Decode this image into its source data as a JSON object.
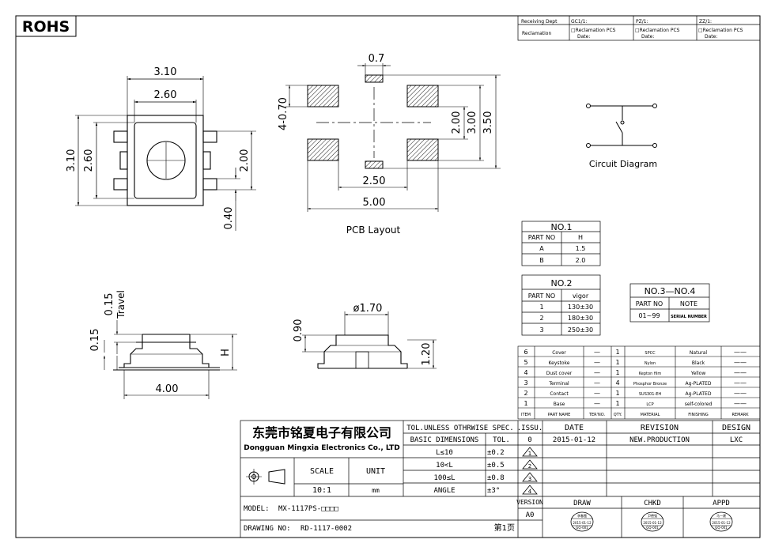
{
  "rohs": "ROHS",
  "top_right": {
    "receiving_dept": "Receiving Dept",
    "reclamation": "Reclamation",
    "cols": [
      "GC1/1:",
      "PZ/1:",
      "ZZ/1:"
    ],
    "rec_line1": "□Reclamation  PCS",
    "rec_line2": "Date:"
  },
  "top_view": {
    "d310_top": "3.10",
    "d260_top": "2.60",
    "d310_left": "3.10",
    "d260_left": "2.60",
    "d200": "2.00",
    "d040": "0.40"
  },
  "pcb": {
    "d07": "0.7",
    "d4_070": "4-0.70",
    "d200": "2.00",
    "d300": "3.00",
    "d350": "3.50",
    "d250": "2.50",
    "d500": "5.00",
    "caption": "PCB Layout"
  },
  "circuit_caption": "Circuit Diagram",
  "side_view": {
    "d015_travel": "0.15",
    "travel": "Travel",
    "d015": "0.15",
    "h": "H",
    "d400": "4.00"
  },
  "front_view": {
    "d170": "ø1.70",
    "d090": "0.90",
    "d120": "1.20"
  },
  "no1": {
    "title": "NO.1",
    "head": [
      "PART NO",
      "H"
    ],
    "rows": [
      [
        "A",
        "1.5"
      ],
      [
        "B",
        "2.0"
      ]
    ]
  },
  "no2": {
    "title": "NO.2",
    "head": [
      "PART NO",
      "vigor"
    ],
    "rows": [
      [
        "1",
        "130±30"
      ],
      [
        "2",
        "180±30"
      ],
      [
        "3",
        "250±30"
      ]
    ]
  },
  "no34": {
    "title": "NO.3—NO.4",
    "head": [
      "PART NO",
      "NOTE"
    ],
    "rows": [
      [
        "01~99",
        "SERIAL NUMBER"
      ]
    ]
  },
  "bom": {
    "rows": [
      [
        "6",
        "Cover",
        "—",
        "1",
        "SPCC",
        "Natural",
        "——"
      ],
      [
        "5",
        "Keystoke",
        "—",
        "1",
        "Nylon",
        "Black",
        "——"
      ],
      [
        "4",
        "Dust cover",
        "—",
        "1",
        "Kepton film",
        "Yellow",
        "——"
      ],
      [
        "3",
        "Terminal",
        "—",
        "4",
        "Phosphor Bronze",
        "Ag-PLATED",
        "——"
      ],
      [
        "2",
        "Contact",
        "—",
        "1",
        "SUS301-EH",
        "Ag-PLATED",
        "——"
      ],
      [
        "1",
        "Base",
        "—",
        "1",
        "LCP",
        "self-colored",
        "——"
      ]
    ],
    "header": [
      "ITEM",
      "PART NAME",
      "TER'NO.",
      "QTY.",
      "MATERIAL",
      "FINISHING",
      "REMARK"
    ]
  },
  "title_block": {
    "company_cn": "东莞市铭夏电子有限公司",
    "company_en": "Dongguan Mingxia Electronics Co., LTD",
    "tol_title": "TOL.UNLESS OTHRWISE SPEC.",
    "basic_dims": "BASIC DIMENSIONS",
    "tol": "TOL.",
    "tol_rows": [
      [
        "L≤10",
        "±0.2"
      ],
      [
        "10<L",
        "±0.5"
      ],
      [
        "100≤L",
        "±0.8"
      ],
      [
        "ANGLE",
        "±3°"
      ]
    ],
    "issu": ".ISSU.",
    "date_h": "DATE",
    "revision_h": "REVISION",
    "design_h": "DESIGN",
    "issue_no": "0",
    "date": "2015-01-12",
    "revision": "NEW.PRODUCTION",
    "designer": "LXC",
    "markers": [
      "1",
      "2",
      "3",
      "4"
    ],
    "scale_h": "SCALE",
    "unit_h": "UNIT",
    "scale": "10:1",
    "unit": "mm",
    "model_label": "MODEL:",
    "model": "MX-1117PS-□□□□",
    "version_h": "VERSION",
    "version": "A0",
    "draw_h": "DRAW",
    "chkd_h": "CHKD",
    "appd_h": "APPD",
    "drawing_no_label": "DRAWING NO:",
    "drawing_no": "RD-1117-0002",
    "page": "第1页",
    "stamps": [
      {
        "name": "李春霞",
        "date": "2015-01-12",
        "code": "GQ-001"
      },
      {
        "name": "尹德强",
        "date": "2015-01-12",
        "code": "GQ-001"
      },
      {
        "name": "马一建",
        "date": "2015-01-12",
        "code": "GQ-001"
      }
    ]
  }
}
